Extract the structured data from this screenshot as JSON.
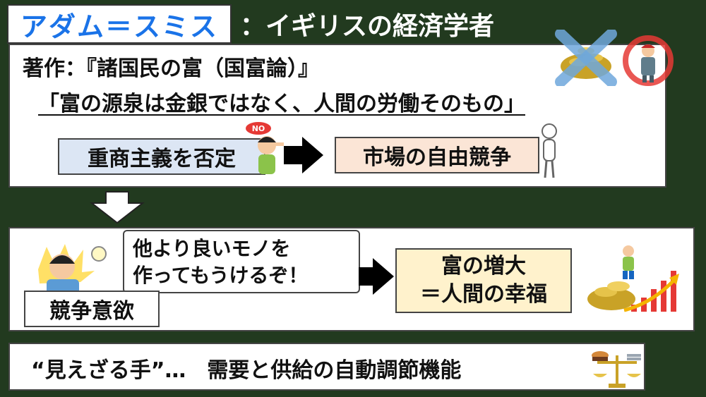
{
  "title": {
    "name": "アダム＝スミス",
    "subtitle": "：イギリスの経済学者"
  },
  "panel1": {
    "work": "著作：『諸国民の富（国富論）』",
    "quote": "「富の源泉は金銀ではなく、人間の労働そのもの」",
    "mercantilism": "重商主義を否定",
    "no_badge": "NO",
    "free_competition": "市場の自由競争"
  },
  "panel2": {
    "speech_line1": "他より良いモノを",
    "speech_line2": "作ってもうけるぞ！",
    "competition": "競争意欲",
    "wealth_line1": "富の増大",
    "wealth_line2": "＝人間の幸福"
  },
  "panel3": {
    "text": "“見えざる手”…　需要と供給の自動調節機能"
  },
  "colors": {
    "background": "#223a1f",
    "title_text": "#1a73e8",
    "tag_blue": "#dce6f4",
    "tag_peach": "#fbe5d6",
    "tag_yellow": "#fff2cc"
  },
  "icons": [
    "no-sign-icon",
    "bank-notes-crossed-icon",
    "worker-circled-icon",
    "thinking-person-icon",
    "lightbulb-icon",
    "arrow-right-icon",
    "arrow-down-icon",
    "gold-coins-icon",
    "growth-chart-icon",
    "scales-icon"
  ]
}
